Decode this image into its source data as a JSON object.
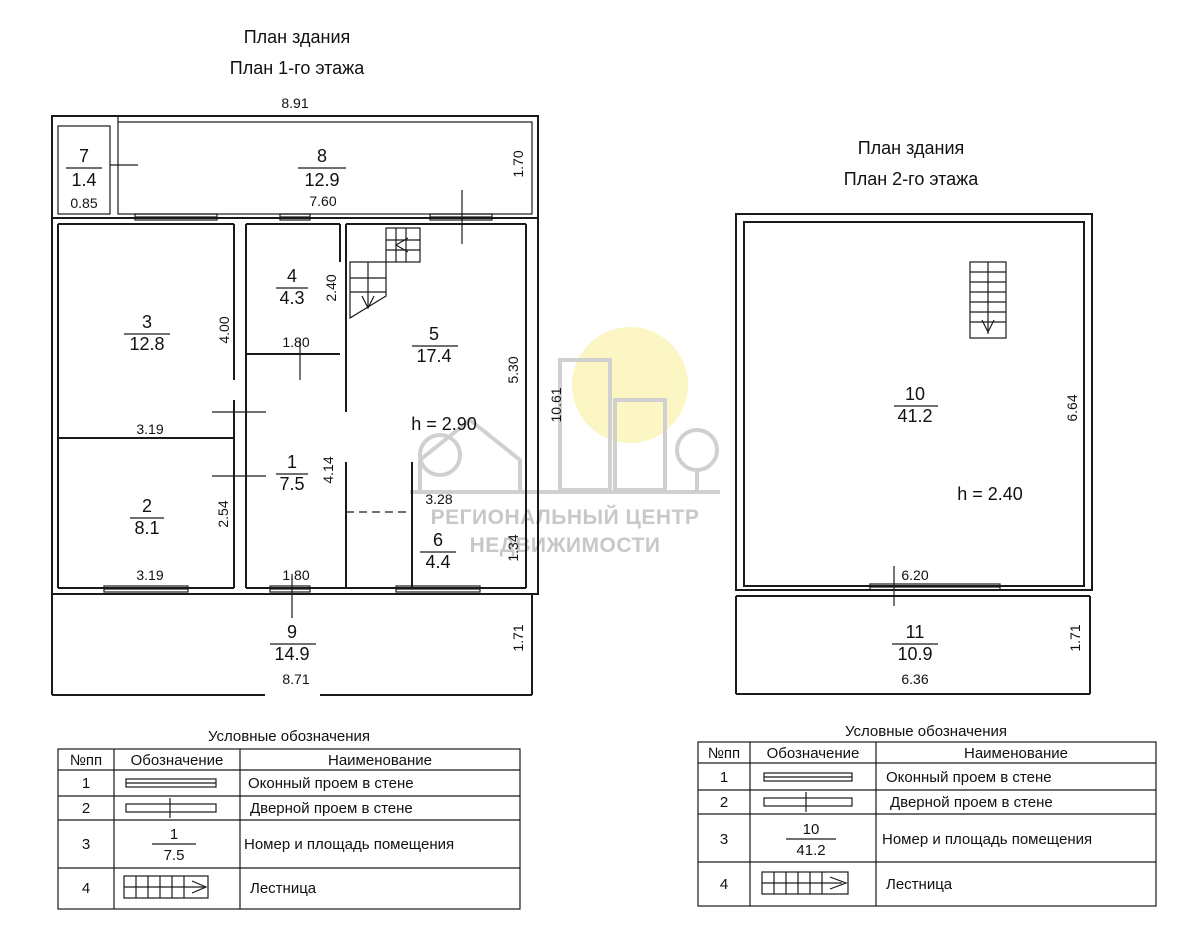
{
  "floor1": {
    "title": "План здания",
    "subtitle": "План 1-го этажа",
    "overall_width": "8.91",
    "overall_height": "10.61",
    "ceiling": "h = 2.90",
    "rooms": [
      {
        "num": "1",
        "area": "7.5"
      },
      {
        "num": "2",
        "area": "8.1"
      },
      {
        "num": "3",
        "area": "12.8"
      },
      {
        "num": "4",
        "area": "4.3"
      },
      {
        "num": "5",
        "area": "17.4"
      },
      {
        "num": "6",
        "area": "4.4"
      },
      {
        "num": "7",
        "area": "1.4"
      },
      {
        "num": "8",
        "area": "12.9"
      },
      {
        "num": "9",
        "area": "14.9"
      }
    ],
    "dims": {
      "r7_w": "0.85",
      "r8_w": "7.60",
      "r8_h": "1.70",
      "r3_h": "4.00",
      "r3_w": "3.19",
      "r4_h": "2.40",
      "r4_w": "1.80",
      "r5_h": "5.30",
      "r1_h": "4.14",
      "r2_h": "2.54",
      "r2_w": "3.19",
      "r1_w": "1.80",
      "r6_w": "3.28",
      "r6_h": "1.34",
      "r9_h": "1.71",
      "r9_w": "8.71"
    }
  },
  "floor2": {
    "title": "План здания",
    "subtitle": "План 2-го этажа",
    "ceiling": "h = 2.40",
    "rooms": [
      {
        "num": "10",
        "area": "41.2"
      },
      {
        "num": "11",
        "area": "10.9"
      }
    ],
    "dims": {
      "r10_h": "6.64",
      "r10_w": "6.20",
      "r11_h": "1.71",
      "r11_w": "6.36"
    }
  },
  "watermark": {
    "line1": "РЕГИОНАЛЬНЫЙ ЦЕНТР",
    "line2": "НЕДВИЖИМОСТИ"
  },
  "legend": {
    "title": "Условные обозначения",
    "headers": [
      "№пп",
      "Обозначение",
      "Наименование"
    ],
    "rows": [
      {
        "n": "1",
        "name": "Оконный проем в стене"
      },
      {
        "n": "2",
        "name": "Дверной проем в стене"
      },
      {
        "n": "3",
        "name": "Номер и площадь помещения"
      },
      {
        "n": "4",
        "name": "Лестница"
      }
    ],
    "sample_left": {
      "num": "1",
      "area": "7.5"
    },
    "sample_right": {
      "num": "10",
      "area": "41.2"
    }
  },
  "colors": {
    "line": "#1a1a1a",
    "window": "#1a1a1a",
    "watermark": "#c8c8c8",
    "watermark_sun": "#fbf3b5"
  }
}
